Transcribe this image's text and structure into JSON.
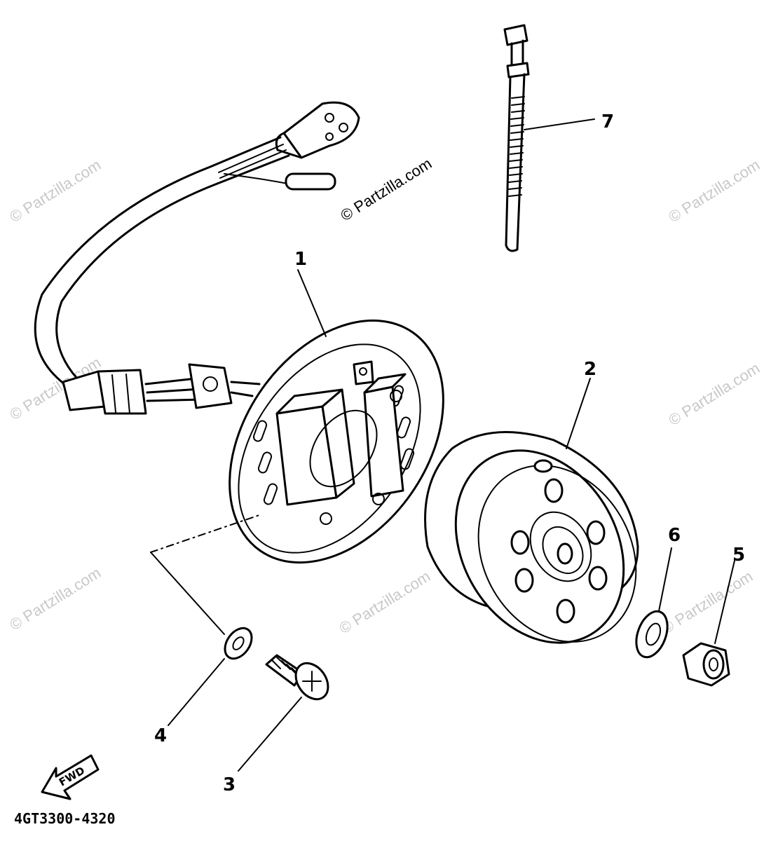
{
  "diagram": {
    "part_code": "4GT3300-4320",
    "direction_label": "FWD",
    "callouts": [
      "1",
      "2",
      "3",
      "4",
      "5",
      "6",
      "7"
    ],
    "watermark_main": "© Partzilla.com",
    "watermark_repeat": "© Partzilla.com"
  },
  "parts": [
    {
      "ref": "1",
      "name": "stator-assembly"
    },
    {
      "ref": "2",
      "name": "rotor-flywheel"
    },
    {
      "ref": "3",
      "name": "screw"
    },
    {
      "ref": "4",
      "name": "washer"
    },
    {
      "ref": "5",
      "name": "nut"
    },
    {
      "ref": "6",
      "name": "plain-washer"
    },
    {
      "ref": "7",
      "name": "cable-tie"
    }
  ]
}
